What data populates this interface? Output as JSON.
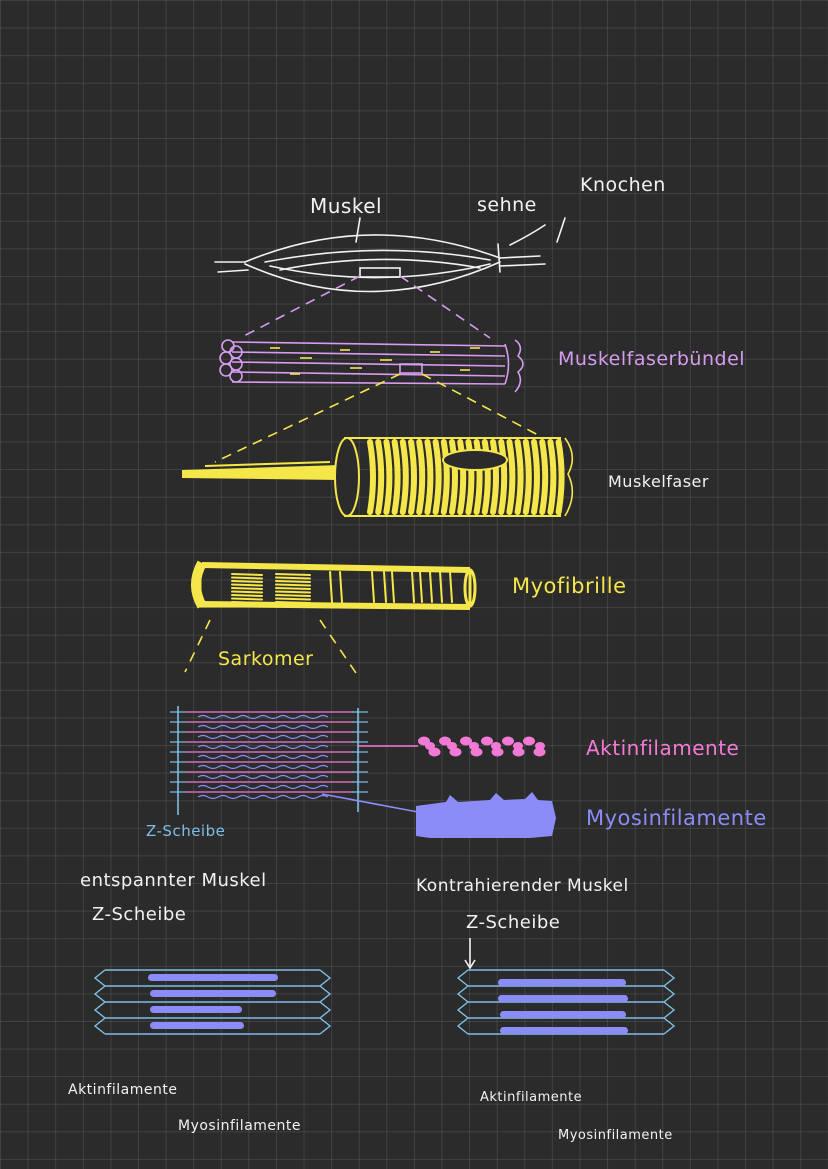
{
  "labels": {
    "muskel": "Muskel",
    "sehne": "sehne",
    "knochen": "Knochen",
    "muskelfaserbuendel": "Muskelfaserbündel",
    "muskelfaser": "Muskelfaser",
    "myofibrille": "Myofibrille",
    "sarkomer": "Sarkomer",
    "aktinfilamente": "Aktinfilamente",
    "myosinfilamente": "Myosinfilamente",
    "z_scheibe": "Z-Scheibe"
  },
  "relaxed": {
    "title": "entspannter Muskel",
    "z_scheibe": "Z-Scheibe",
    "aktin": "Aktinfilamente",
    "myosin": "Myosinfilamente"
  },
  "contracted": {
    "title": "Kontrahierender Muskel",
    "z_scheibe": "Z-Scheibe",
    "aktin": "Aktinfilamente",
    "myosin": "Myosinfilamente"
  },
  "colors": {
    "background": "#2b2b2b",
    "white": "#f2f2f2",
    "purple": "#d79bf0",
    "yellow": "#f5e64a",
    "pink": "#f27ad6",
    "blue": "#8b8cf7",
    "cyan": "#7dbfe8"
  }
}
